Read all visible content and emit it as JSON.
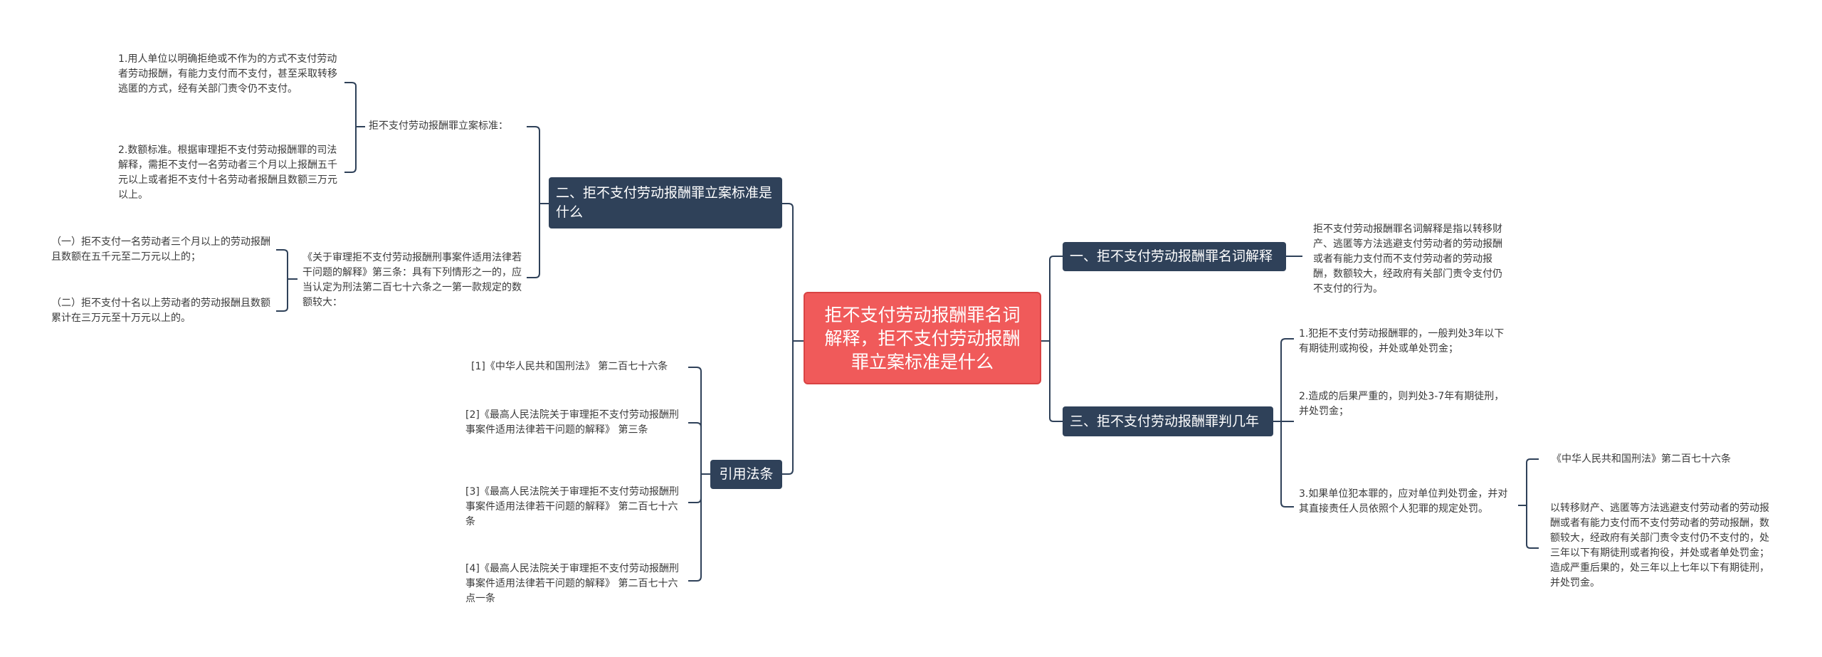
{
  "root": {
    "text": "拒不支付劳动报酬罪名词解释，拒不支付劳动报酬罪立案标准是什么"
  },
  "topics": {
    "definition": {
      "label": "一、拒不支付劳动报酬罪名词解释",
      "detail": "拒不支付劳动报酬罪名词解释是指以转移财产、逃匿等方法逃避支付劳动者的劳动报酬或者有能力支付而不支付劳动者的劳动报酬，数额较大，经政府有关部门责令支付仍不支付的行为。"
    },
    "standard": {
      "label": "二、拒不支付劳动报酬罪立案标准是什么",
      "sub1": {
        "label": "拒不支付劳动报酬罪立案标准：",
        "items": [
          "1.用人单位以明确拒绝或不作为的方式不支付劳动者劳动报酬，有能力支付而不支付，甚至采取转移逃匿的方式，经有关部门责令仍不支付。",
          "2.数额标准。根据审理拒不支付劳动报酬罪的司法解释，需拒不支付一名劳动者三个月以上报酬五千元以上或者拒不支付十名劳动者报酬且数额三万元以上。"
        ]
      },
      "sub2": {
        "label": "《关于审理拒不支付劳动报酬刑事案件适用法律若干问题的解释》第三条：具有下列情形之一的，应当认定为刑法第二百七十六条之一第一款规定的数额较大：",
        "items": [
          "（一）拒不支付一名劳动者三个月以上的劳动报酬且数额在五千元至二万元以上的；",
          "（二）拒不支付十名以上劳动者的劳动报酬且数额累计在三万元至十万元以上的。"
        ]
      }
    },
    "sentence": {
      "label": "三、拒不支付劳动报酬罪判几年",
      "items": [
        "1.犯拒不支付劳动报酬罪的，一般判处3年以下有期徒刑或拘役，并处或单处罚金；",
        "2.造成的后果严重的，则判处3-7年有期徒刑，并处罚金；",
        "3.如果单位犯本罪的，应对单位判处罚金，并对其直接责任人员依照个人犯罪的规定处罚。"
      ],
      "law_ref": "《中华人民共和国刑法》第二百七十六条",
      "law_text": "以转移财产、逃匿等方法逃避支付劳动者的劳动报酬或者有能力支付而不支付劳动者的劳动报酬，数额较大，经政府有关部门责令支付仍不支付的，处三年以下有期徒刑或者拘役，并处或者单处罚金；造成严重后果的，处三年以上七年以下有期徒刑，并处罚金。"
    },
    "citations": {
      "label": "引用法条",
      "items": [
        "[1]《中华人民共和国刑法》 第二百七十六条",
        "[2]《最高人民法院关于审理拒不支付劳动报酬刑事案件适用法律若干问题的解释》 第三条",
        "[3]《最高人民法院关于审理拒不支付劳动报酬刑事案件适用法律若干问题的解释》 第二百七十六条",
        "[4]《最高人民法院关于审理拒不支付劳动报酬刑事案件适用法律若干问题的解释》 第二百七十六点一条"
      ]
    }
  },
  "colors": {
    "root_fill": "#f05a5a",
    "topic_fill": "#2f4159",
    "line": "#2f4159"
  }
}
